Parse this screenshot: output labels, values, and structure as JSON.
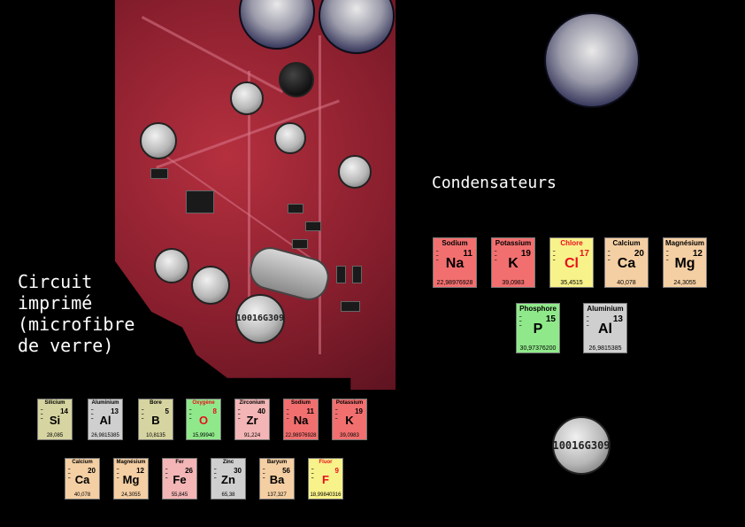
{
  "labels": {
    "pcb_title": [
      "Circuit",
      "imprimé",
      "(microfibre",
      "de verre)"
    ],
    "capacitors_title": "Condensateurs"
  },
  "colors": {
    "background": "#000000",
    "alkali_red": "#f26f6f",
    "alkaline_orange": "#f4cfa3",
    "halogen_yellow": "#f8f28a",
    "nonmetal_green": "#8fe98a",
    "metal_grey": "#cfcfcf",
    "metalloid_khaki": "#d6d4a0",
    "transition_pink": "#f3b5b5"
  },
  "capacitor_markings": [
    {
      "value": "100",
      "voltage": "16G",
      "code": "309"
    }
  ],
  "capacitors_elements": [
    {
      "name": "Sodium",
      "number": "11",
      "symbol": "Na",
      "mass": "22,98976928",
      "category": "alkali_red"
    },
    {
      "name": "Potassium",
      "number": "19",
      "symbol": "K",
      "mass": "39,0983",
      "category": "alkali_red"
    },
    {
      "name": "Chlore",
      "number": "17",
      "symbol": "Cl",
      "mass": "35,4515",
      "category": "halogen_yellow",
      "red_text": true
    },
    {
      "name": "Calcium",
      "number": "20",
      "symbol": "Ca",
      "mass": "40,078",
      "category": "alkaline_orange"
    },
    {
      "name": "Magnésium",
      "number": "12",
      "symbol": "Mg",
      "mass": "24,3055",
      "category": "alkaline_orange"
    },
    {
      "name": "Phosphore",
      "number": "15",
      "symbol": "P",
      "mass": "30,97376200",
      "category": "nonmetal_green"
    },
    {
      "name": "Aluminium",
      "number": "13",
      "symbol": "Al",
      "mass": "26,9815385",
      "category": "metal_grey"
    }
  ],
  "pcb_elements": [
    {
      "name": "Silicium",
      "number": "14",
      "symbol": "Si",
      "mass": "28,085",
      "category": "metalloid_khaki"
    },
    {
      "name": "Aluminium",
      "number": "13",
      "symbol": "Al",
      "mass": "26,9815385",
      "category": "metal_grey"
    },
    {
      "name": "Bore",
      "number": "5",
      "symbol": "B",
      "mass": "10,8135",
      "category": "metalloid_khaki"
    },
    {
      "name": "Oxygène",
      "number": "8",
      "symbol": "O",
      "mass": "15,99940",
      "category": "nonmetal_green",
      "red_text": true
    },
    {
      "name": "Zirconium",
      "number": "40",
      "symbol": "Zr",
      "mass": "91,224",
      "category": "transition_pink"
    },
    {
      "name": "Sodium",
      "number": "11",
      "symbol": "Na",
      "mass": "22,98976928",
      "category": "alkali_red"
    },
    {
      "name": "Potassium",
      "number": "19",
      "symbol": "K",
      "mass": "39,0983",
      "category": "alkali_red"
    },
    {
      "name": "Calcium",
      "number": "20",
      "symbol": "Ca",
      "mass": "40,078",
      "category": "alkaline_orange"
    },
    {
      "name": "Magnésium",
      "number": "12",
      "symbol": "Mg",
      "mass": "24,3055",
      "category": "alkaline_orange"
    },
    {
      "name": "Fer",
      "number": "26",
      "symbol": "Fe",
      "mass": "55,845",
      "category": "transition_pink"
    },
    {
      "name": "Zinc",
      "number": "30",
      "symbol": "Zn",
      "mass": "65,38",
      "category": "metal_grey"
    },
    {
      "name": "Baryum",
      "number": "56",
      "symbol": "Ba",
      "mass": "137,327",
      "category": "alkaline_orange"
    },
    {
      "name": "Fluor",
      "number": "9",
      "symbol": "F",
      "mass": "18,99840316",
      "category": "halogen_yellow",
      "red_text": true
    }
  ]
}
